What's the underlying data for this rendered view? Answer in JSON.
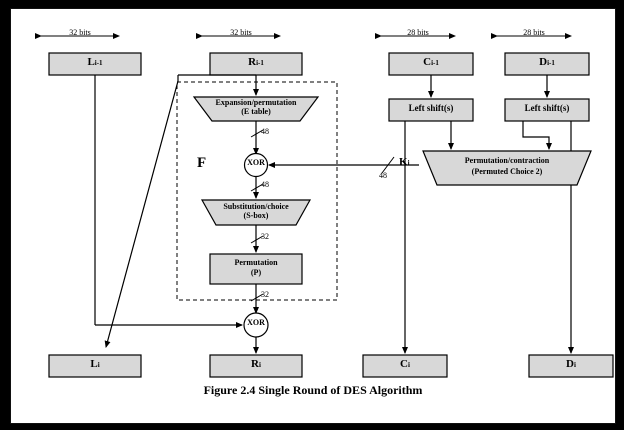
{
  "figure": {
    "caption": "Figure 2.4   Single Round of DES Algorithm",
    "background": "#000000",
    "page_color": "#ffffff",
    "box_fill": "#d8d8d8"
  },
  "top_row": {
    "bit_widths": [
      "32 bits",
      "32 bits",
      "28 bits",
      "28 bits"
    ],
    "registers": [
      {
        "name": "L",
        "sub": "i-1",
        "text": "L"
      },
      {
        "name": "R",
        "sub": "i-1",
        "text": "R"
      },
      {
        "name": "C",
        "sub": "i-1",
        "text": "C"
      },
      {
        "name": "D",
        "sub": "i-1",
        "text": "D"
      }
    ]
  },
  "bottom_row": {
    "registers": [
      {
        "text": "L",
        "sub": "i"
      },
      {
        "text": "R",
        "sub": "i"
      },
      {
        "text": "C",
        "sub": "i"
      },
      {
        "text": "D",
        "sub": "i"
      }
    ]
  },
  "blocks": {
    "expansion": {
      "line1": "Expansion/permutation",
      "line2": "(E table)"
    },
    "xor_f": "XOR",
    "substitution": {
      "line1": "Substitution/choice",
      "line2": "(S-box)"
    },
    "permutation": {
      "line1": "Permutation",
      "line2": "(P)"
    },
    "xor_bottom": "XOR",
    "left_shift_c": "Left shift(s)",
    "left_shift_d": "Left shift(s)",
    "permuted_choice": {
      "line1": "Permutation/contraction",
      "line2": "(Permuted Choice 2)"
    }
  },
  "annotations": {
    "f_label": "F",
    "key_label": "K",
    "key_sub": "i",
    "w48_expansion_out": "48",
    "w48_xor_out": "48",
    "w48_key": "48",
    "w32_sbox_out": "32",
    "w32_perm_out": "32"
  }
}
